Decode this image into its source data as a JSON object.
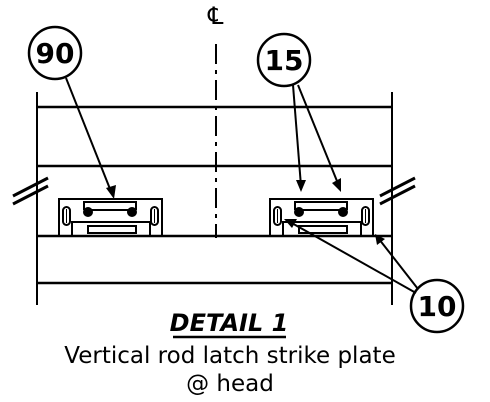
{
  "centerline_symbol": "℄",
  "callouts": {
    "left": "90",
    "top_right": "15",
    "bottom_right": "10"
  },
  "detail_title": "DETAIL 1",
  "caption_line1": "Vertical rod latch strike plate",
  "caption_line2": "@ head"
}
